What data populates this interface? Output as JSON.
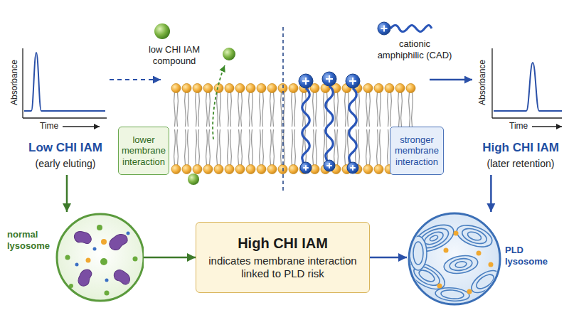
{
  "diagram": {
    "nodes": [
      {
        "text": [
          "Absorbance",
          "Time",
          "Low CHI IAM",
          "(early eluting)"
        ]
      },
      {
        "text": [
          "lower membrane interaction"
        ]
      },
      {
        "text": [
          "stronger membrane interaction"
        ]
      },
      {
        "text": [
          "Absorbance",
          "Time",
          "High CHI IAM",
          "(later retention)"
        ]
      },
      {
        "text": [
          "normal lysosome"
        ]
      },
      {
        "text": [
          "High CHI IAM",
          "indicates membrane interaction linked to PLD risk"
        ]
      },
      {
        "text": [
          "PLD lysosome"
        ]
      }
    ],
    "edges": [
      {
        "from": 0,
        "to": 4,
        "arrow": "to"
      },
      {
        "from": 3,
        "to": 6,
        "arrow": "to"
      },
      {
        "from": 4,
        "to": 5,
        "arrow": "to"
      },
      {
        "from": 5,
        "to": 6,
        "arrow": "to"
      }
    ],
    "labels": [
      "low CHI IAM compound",
      "cationic amphiphilic (CAD)"
    ]
  }
}
